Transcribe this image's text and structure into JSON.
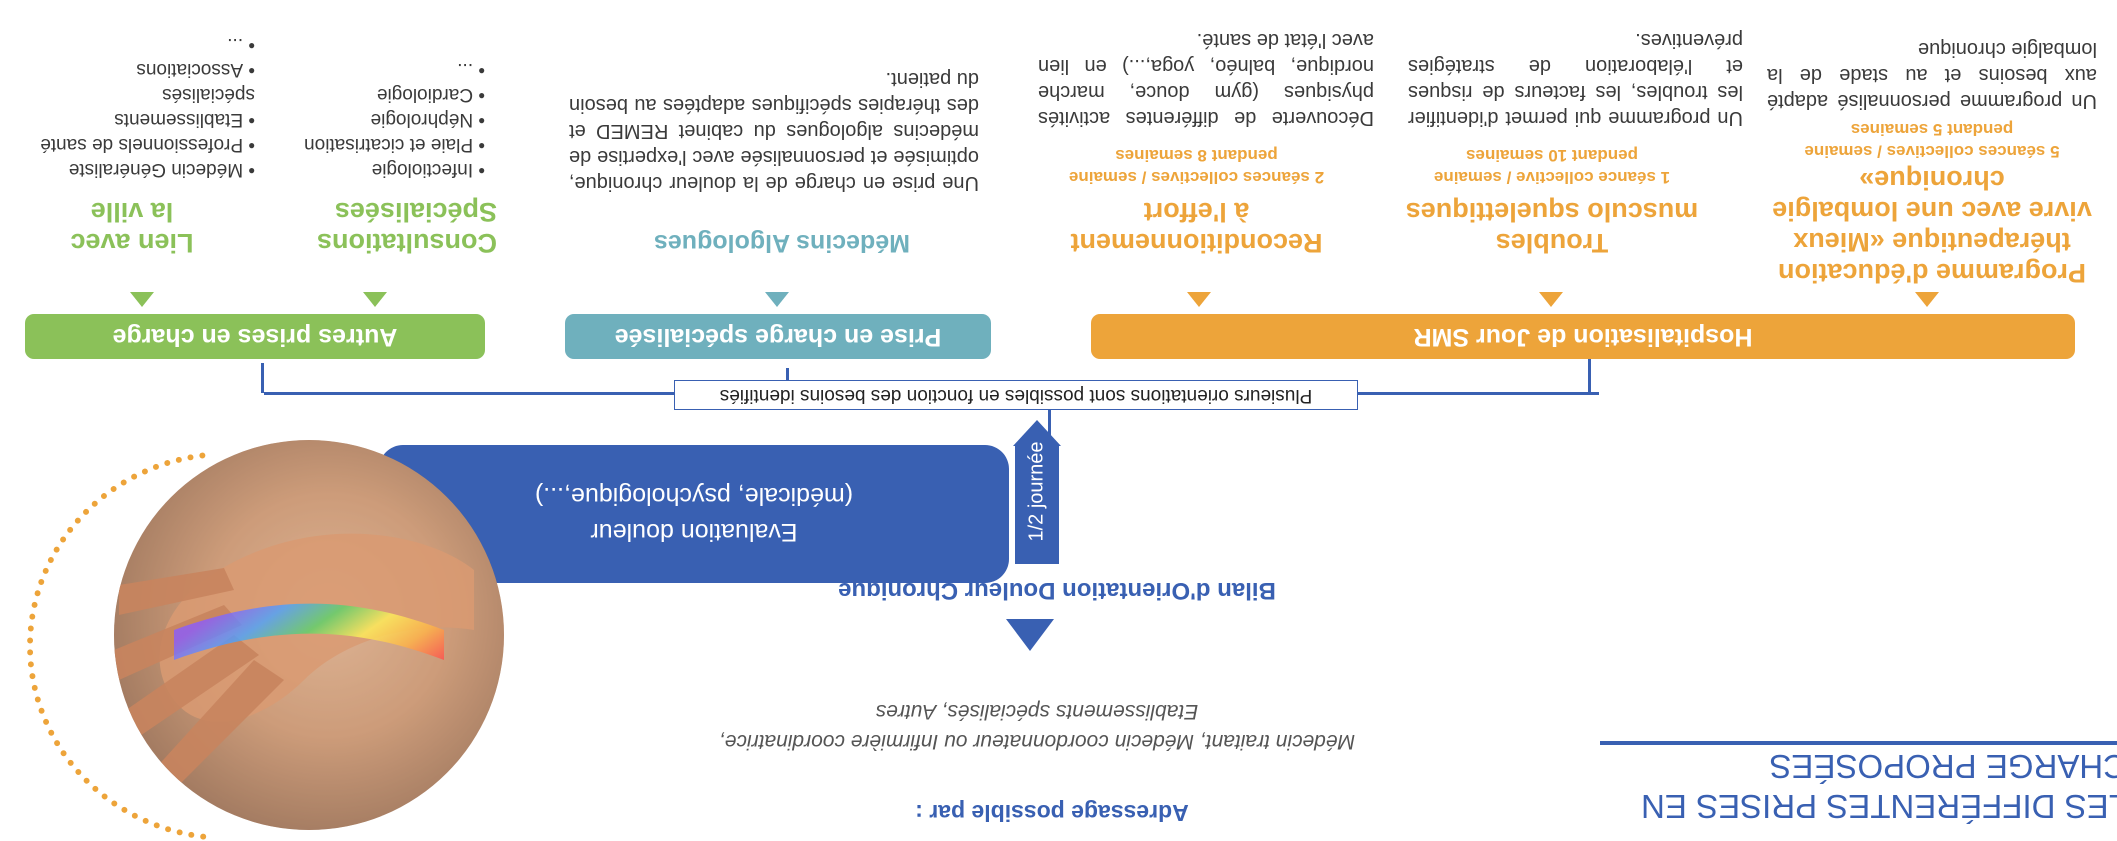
{
  "page": {
    "title_line1": "LES DIFFÉRENTES PRISES EN",
    "title_line2": "CHARGE PROPOSÉES"
  },
  "referral": {
    "heading": "Adressage possible par :",
    "line1": "Médecin traitant, Médecin coordonnateur ou Infirmière coordinatrice,",
    "line2": "Etablissements spécialisés, Autres"
  },
  "bilan": {
    "title": "Bilan d'Orientation Douleur Chronique",
    "box_line1": "Evaluation douleur",
    "box_line2": "(médicale, psychologique,...)",
    "duration": "1/2 journée"
  },
  "orientation_note": "Plusieurs orientations sont possibles en fonction des besoins identifiés",
  "colors": {
    "blue": "#3960b2",
    "orange": "#eda43a",
    "teal": "#6fb0bd",
    "green": "#8bc159"
  },
  "categories": {
    "hdj": {
      "label": "Hospitalisation de Jour SMR",
      "columns": [
        {
          "title": [
            "Programme d'éducation",
            "thérapeutique «Mieux",
            "vivre avec une lombalgie",
            "chronique»"
          ],
          "sub": [
            "5 séances collectives / semaine",
            "pendant 5 semaines"
          ],
          "text": "Un programme personnalisé adapté aux besoins et au stade de la lombalgie chronique"
        },
        {
          "title": [
            "Troubles",
            "musculo squelettiques"
          ],
          "sub": [
            "1 séance collective / semaine",
            "pendant 10 semaines"
          ],
          "text": "Un programme qui permet d'identifier les troubles, les facteurs de risques et l'élaboration de stratégies préventives."
        },
        {
          "title": [
            "Reconditionnement",
            "à l'effort"
          ],
          "sub": [
            "2 séances collectives / semaine",
            "pendant 8 semaines"
          ],
          "text": "Découverte de différentes activités physiques (gym douce, marche nordique, balnéo, yoga,...) en lien avec l'état de santé."
        }
      ]
    },
    "specialised": {
      "label": "Prise en charge spécialisée",
      "title": "Médecins Algologues",
      "text": "Une prise en charge de la douleur chronique, optimisée et personnalisée avec l'expertise de médecins algologues du cabinet REMED et des thérapies spécifiques adaptées au besoin du patient."
    },
    "other": {
      "label": "Autres prises en charge",
      "columns": [
        {
          "title": [
            "Consultations",
            "Spécialisées"
          ],
          "items": [
            "Infectiologie",
            "Plaie et cicatrisation",
            "Néphrologie",
            "Cardiologie",
            "..."
          ]
        },
        {
          "title": [
            "Lien avec",
            "la ville"
          ],
          "items": [
            "Médecin Généraliste",
            "Professionnels de santé",
            "Etablissements spécialisés",
            "Associations",
            "..."
          ]
        }
      ]
    }
  }
}
